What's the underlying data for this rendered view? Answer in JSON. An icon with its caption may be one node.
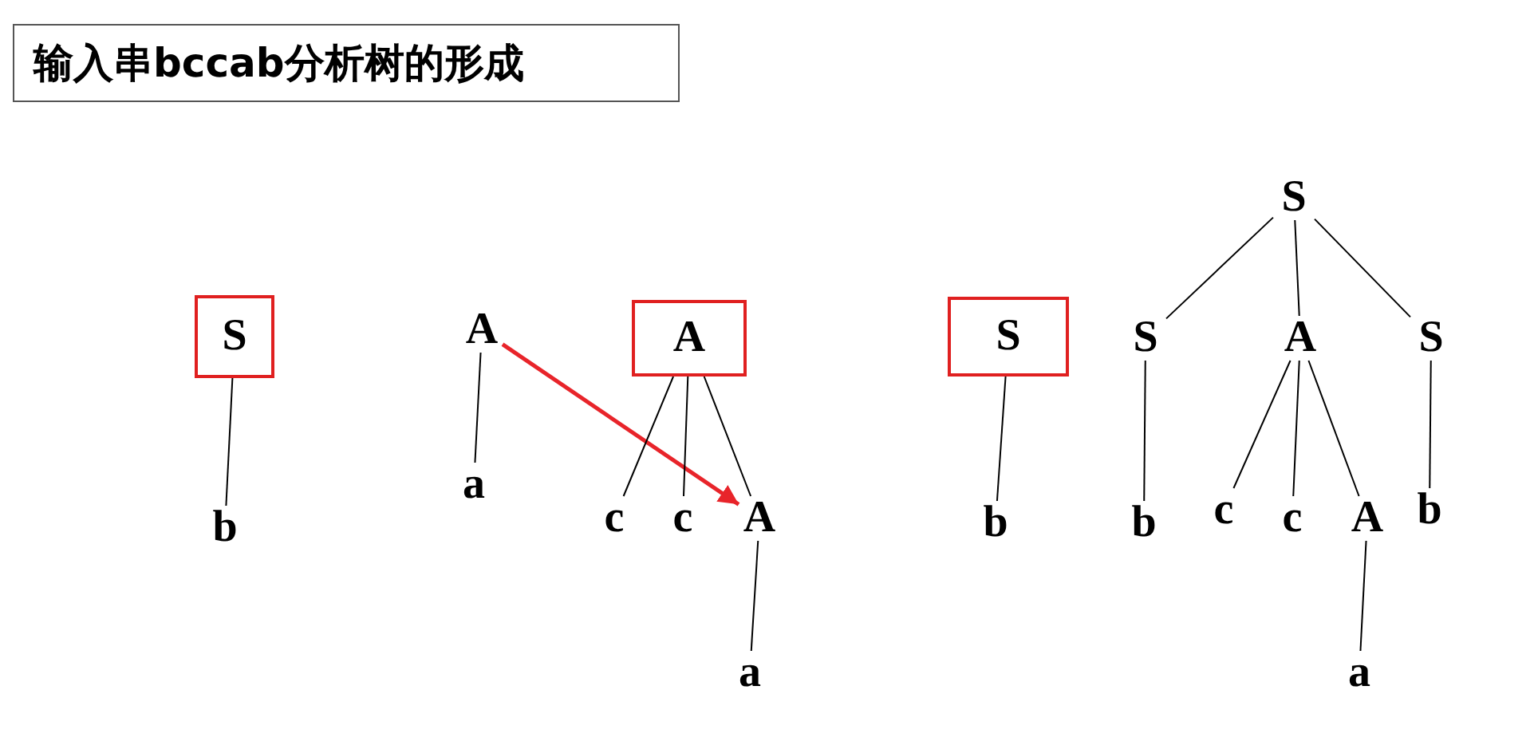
{
  "diagram": {
    "title": "输入串bccab分析树的形成",
    "nodes": [
      {
        "text": [
          "S"
        ]
      },
      {
        "text": [
          "b"
        ]
      },
      {
        "text": [
          "A"
        ]
      },
      {
        "text": [
          "a"
        ]
      },
      {
        "text": [
          "A"
        ]
      },
      {
        "text": [
          "c"
        ]
      },
      {
        "text": [
          "c"
        ]
      },
      {
        "text": [
          "A"
        ]
      },
      {
        "text": [
          "a"
        ]
      },
      {
        "text": [
          "S"
        ]
      },
      {
        "text": [
          "b"
        ]
      },
      {
        "text": [
          "S"
        ]
      },
      {
        "text": [
          "S"
        ]
      },
      {
        "text": [
          "A"
        ]
      },
      {
        "text": [
          "S"
        ]
      },
      {
        "text": [
          "b"
        ]
      },
      {
        "text": [
          "c"
        ]
      },
      {
        "text": [
          "c"
        ]
      },
      {
        "text": [
          "A"
        ]
      },
      {
        "text": [
          "b"
        ]
      },
      {
        "text": [
          "a"
        ]
      }
    ],
    "edges": [
      {
        "from": 0,
        "to": 1,
        "arrow": "none"
      },
      {
        "from": 2,
        "to": 3,
        "arrow": "none"
      },
      {
        "from": 2,
        "to": 7,
        "arrow": "to",
        "style": "thick",
        "color": "#e8242a"
      },
      {
        "from": 4,
        "to": 5,
        "arrow": "none"
      },
      {
        "from": 4,
        "to": 6,
        "arrow": "none"
      },
      {
        "from": 4,
        "to": 7,
        "arrow": "none"
      },
      {
        "from": 7,
        "to": 8,
        "arrow": "none"
      },
      {
        "from": 9,
        "to": 10,
        "arrow": "none"
      },
      {
        "from": 11,
        "to": 12,
        "arrow": "none"
      },
      {
        "from": 11,
        "to": 13,
        "arrow": "none"
      },
      {
        "from": 11,
        "to": 14,
        "arrow": "none"
      },
      {
        "from": 12,
        "to": 15,
        "arrow": "none"
      },
      {
        "from": 13,
        "to": 16,
        "arrow": "none"
      },
      {
        "from": 13,
        "to": 17,
        "arrow": "none"
      },
      {
        "from": 13,
        "to": 18,
        "arrow": "none"
      },
      {
        "from": 14,
        "to": 19,
        "arrow": "none"
      },
      {
        "from": 18,
        "to": 20,
        "arrow": "none"
      }
    ]
  }
}
